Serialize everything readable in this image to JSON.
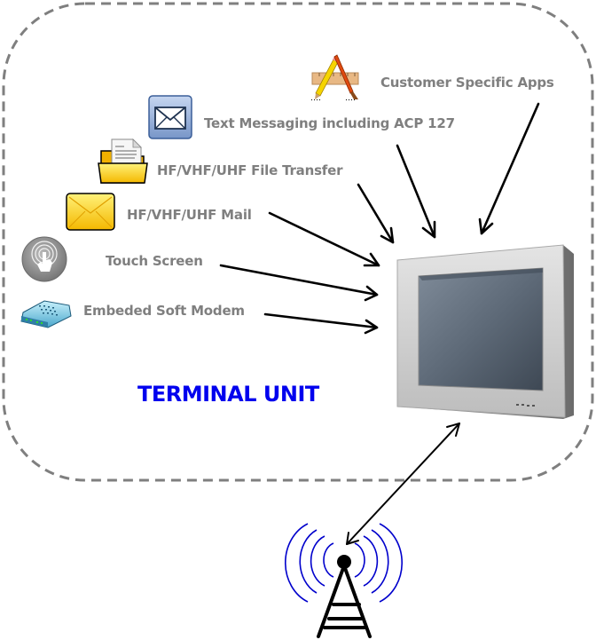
{
  "diagram": {
    "title": "TERMINAL UNIT",
    "boundary": "dashed-rounded-rectangle",
    "colors": {
      "label_text": "#7f7f7f",
      "title_text": "#0000ee",
      "boundary_dash": "#7f7f7f",
      "arrow": "#000000",
      "radio_waves": "#0000cc"
    },
    "features": [
      {
        "id": "customer-apps",
        "label": "Customer Specific Apps",
        "icon": "app-tools-icon"
      },
      {
        "id": "text-messaging",
        "label": "Text Messaging including ACP 127",
        "icon": "envelope-icon"
      },
      {
        "id": "file-transfer",
        "label": "HF/VHF/UHF File Transfer",
        "icon": "folder-document-icon"
      },
      {
        "id": "mail",
        "label": "HF/VHF/UHF Mail",
        "icon": "mail-icon"
      },
      {
        "id": "touch-screen",
        "label": "Touch Screen",
        "icon": "touch-icon"
      },
      {
        "id": "soft-modem",
        "label": "Embeded Soft Modem",
        "icon": "modem-icon"
      }
    ],
    "terminal": {
      "icon": "monitor-icon"
    },
    "antenna": {
      "icon": "radio-tower-icon"
    },
    "links": [
      {
        "from": "customer-apps",
        "to": "terminal",
        "direction": "one-way"
      },
      {
        "from": "text-messaging",
        "to": "terminal",
        "direction": "one-way"
      },
      {
        "from": "file-transfer",
        "to": "terminal",
        "direction": "one-way"
      },
      {
        "from": "mail",
        "to": "terminal",
        "direction": "one-way"
      },
      {
        "from": "touch-screen",
        "to": "terminal",
        "direction": "one-way"
      },
      {
        "from": "soft-modem",
        "to": "terminal",
        "direction": "one-way"
      },
      {
        "from": "antenna",
        "to": "terminal",
        "direction": "bidirectional"
      }
    ]
  }
}
